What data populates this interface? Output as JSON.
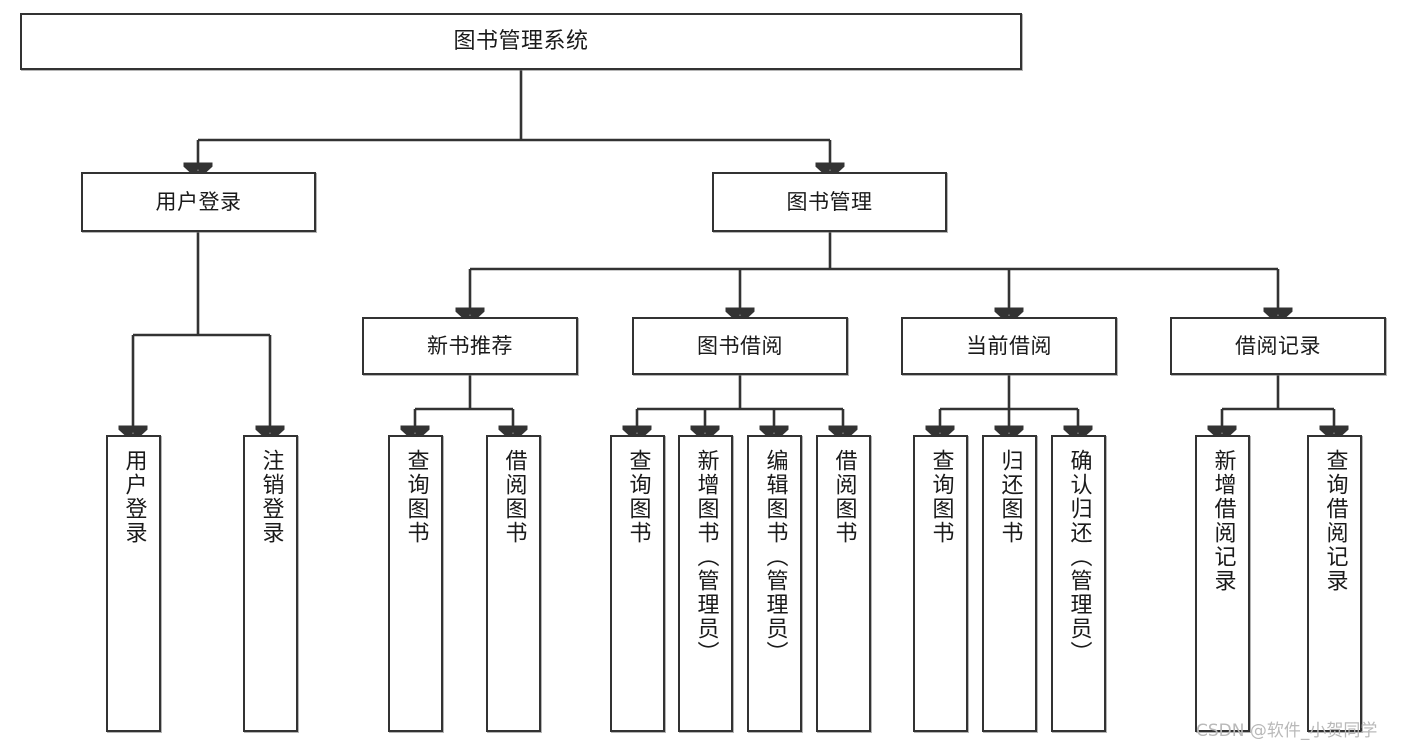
{
  "diagram": {
    "title": "图书管理系统",
    "type": "tree",
    "watermark": "CSDN @软件_小贺同学",
    "colors": {
      "background": "#ffffff",
      "box_border": "#333333",
      "box_fill": "#ffffff",
      "connector": "#333333",
      "text": "#1a1a1a",
      "watermark": "#b9b9b9"
    },
    "root": {
      "label": "图书管理系统"
    },
    "level1": [
      {
        "label": "用户登录"
      },
      {
        "label": "图书管理"
      }
    ],
    "level2": [
      {
        "label": "新书推荐"
      },
      {
        "label": "图书借阅"
      },
      {
        "label": "当前借阅"
      },
      {
        "label": "借阅记录"
      }
    ],
    "leaves": {
      "user_login": [
        {
          "label": "用户登录"
        },
        {
          "label": "注销登录"
        }
      ],
      "new_book_recommend": [
        {
          "label": "查询图书"
        },
        {
          "label": "借阅图书"
        }
      ],
      "book_borrow": [
        {
          "label": "查询图书"
        },
        {
          "label": "新增图书（管理员）"
        },
        {
          "label": "编辑图书（管理员）"
        },
        {
          "label": "借阅图书"
        }
      ],
      "current_borrow": [
        {
          "label": "查询图书"
        },
        {
          "label": "归还图书"
        },
        {
          "label": "确认归还（管理员）"
        }
      ],
      "borrow_record": [
        {
          "label": "新增借阅记录"
        },
        {
          "label": "查询借阅记录"
        }
      ]
    }
  }
}
